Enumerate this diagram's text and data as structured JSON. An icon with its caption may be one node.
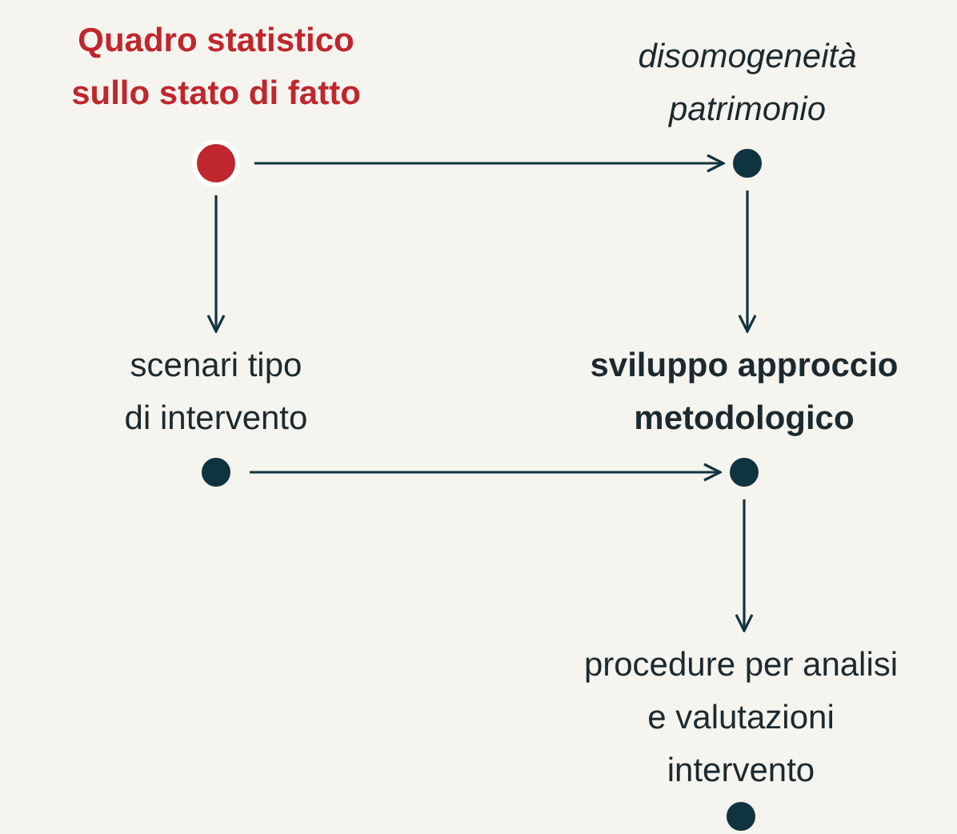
{
  "diagram": {
    "nodes": [
      {
        "text": [
          "Quadro statistico sullo stato di fatto"
        ]
      },
      {
        "text": [
          "disomogeneità patrimonio"
        ]
      },
      {
        "text": [
          "scenari tipo di intervento"
        ]
      },
      {
        "text": [
          "sviluppo approccio metodologico"
        ]
      },
      {
        "text": [
          "procedure per analisi e valutazioni intervento"
        ]
      }
    ],
    "edges": [
      {
        "from": 0,
        "to": 1,
        "arrow": "to"
      },
      {
        "from": 0,
        "to": 2,
        "arrow": "to"
      },
      {
        "from": 1,
        "to": 3,
        "arrow": "to"
      },
      {
        "from": 2,
        "to": 3,
        "arrow": "to"
      },
      {
        "from": 3,
        "to": 4,
        "arrow": "to"
      }
    ]
  }
}
